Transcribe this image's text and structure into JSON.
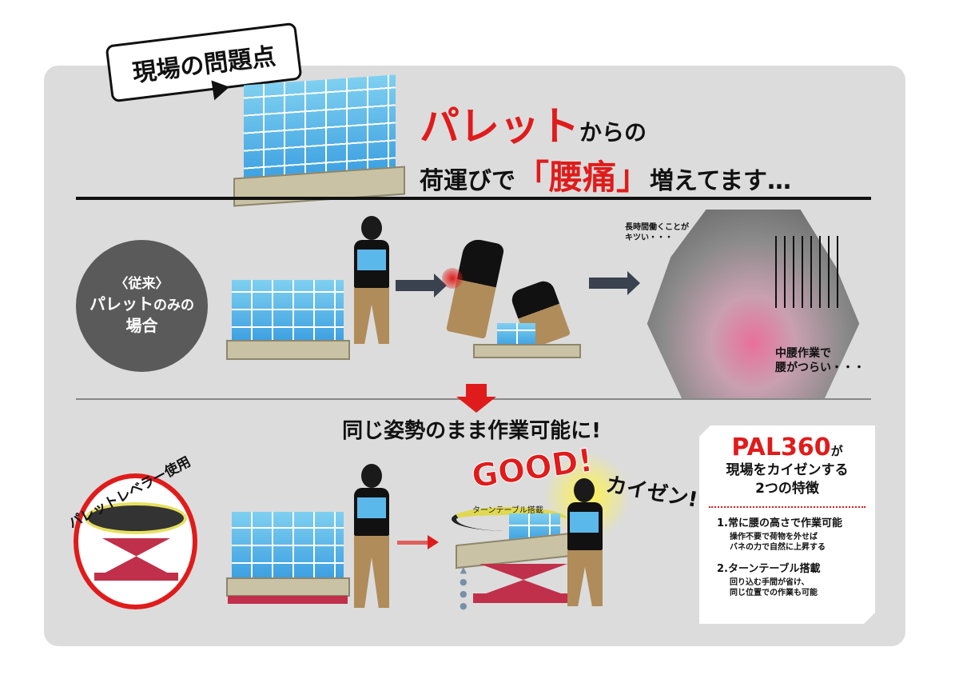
{
  "bubble": "現場の問題点",
  "headline": {
    "line1_red": "パレット",
    "line1_black": "からの",
    "line2_pre": "荷運びで",
    "line2_red": "「腰痛」",
    "line2_post": "増えてます…"
  },
  "conventional": {
    "line1": "〈従来〉",
    "line2_a": "パレット",
    "line2_b": "のみの",
    "line3": "場合"
  },
  "back_pain": {
    "caption_top": [
      "長時間働くことが",
      "キツい・・・"
    ],
    "caption_bottom": [
      "中腰作業で",
      "腰がつらい・・・"
    ]
  },
  "solution": {
    "headline": "同じ姿勢のまま作業可能に!",
    "lever_label": "パレットレベラー使用",
    "good": "GOOD!",
    "turntable": "ターンテーブル搭載",
    "kaizen": "カイゼン!"
  },
  "features_box": {
    "product": "PAL360",
    "product_suffix": "が",
    "subtitle_1": "現場をカイゼンする",
    "subtitle_2": "2つの特徴",
    "features": [
      {
        "title": "1.常に腰の高さで作業可能",
        "desc_1": "操作不要で荷物を外せば",
        "desc_2": "バネの力で自然に上昇する"
      },
      {
        "title": "2.ターンテーブル搭載",
        "desc_1": "回り込む手間が省け、",
        "desc_2": "同じ位置での作業も可能"
      }
    ]
  },
  "colors": {
    "accent_red": "#e01b1b",
    "panel": "#dcdcdc",
    "box_blue": "#3a9ee0"
  }
}
